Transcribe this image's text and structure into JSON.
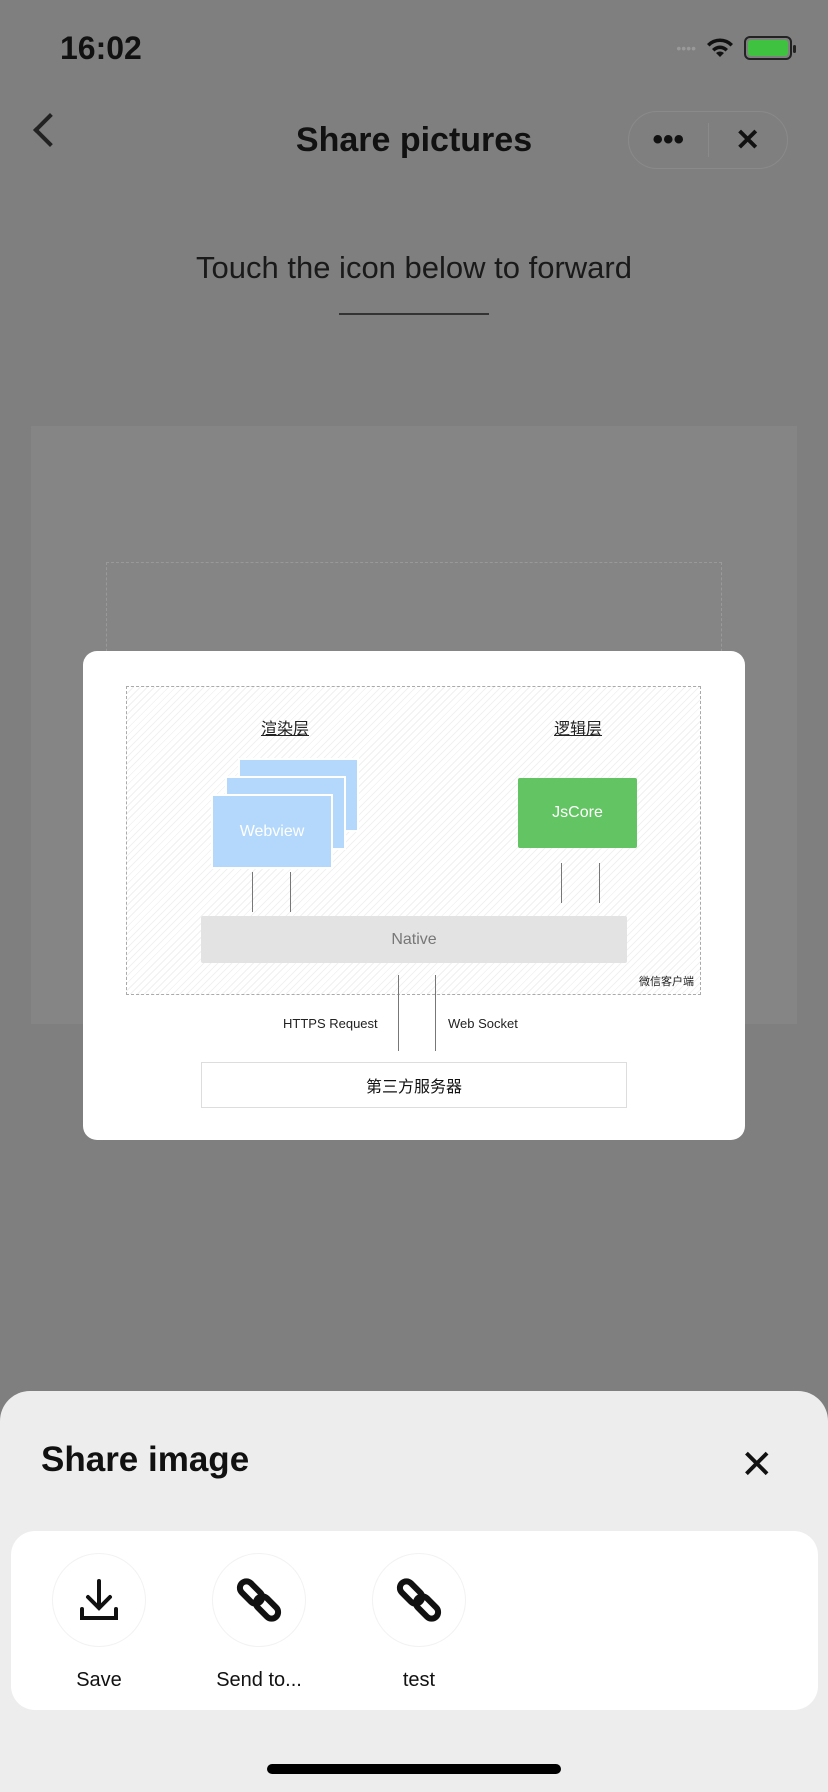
{
  "status": {
    "time": "16:02"
  },
  "nav": {
    "title": "Share pictures",
    "more_icon": "•••",
    "close_icon": "✕"
  },
  "hint": "Touch the icon below to forward",
  "diagram": {
    "render_layer": "渲染层",
    "logic_layer": "逻辑层",
    "webview": "Webview",
    "jscore": "JsCore",
    "native": "Native",
    "client": "微信客户端",
    "https": "HTTPS Request",
    "websocket": "Web Socket",
    "server": "第三方服务器"
  },
  "sheet": {
    "title": "Share image",
    "close": "✕",
    "actions": [
      {
        "label": "Save",
        "icon": "download-icon"
      },
      {
        "label": "Send to...",
        "icon": "link-icon"
      },
      {
        "label": "test",
        "icon": "link-icon"
      }
    ]
  }
}
